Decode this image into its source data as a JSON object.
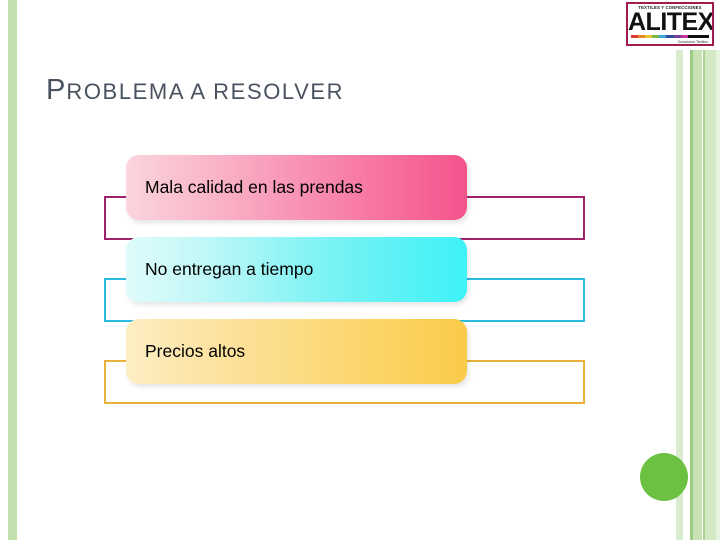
{
  "slide": {
    "title_initial": "P",
    "title_rest": "ROBLEMA A RESOLVER",
    "background_color": "#ffffff"
  },
  "logo": {
    "top_text": "TEXTILES Y CONFECCIONES",
    "wordmark": "ALITEX",
    "footer_text": "Soluciones Textiles",
    "border_color": "#a11a50",
    "bar_colors": [
      "#e03a3a",
      "#e8892a",
      "#e8c72a",
      "#7ab648",
      "#3aa3d8",
      "#2f4f9e",
      "#7a3f9e",
      "#c2359a",
      "#111111",
      "#111111"
    ]
  },
  "items": [
    {
      "label": "Mala calidad en las prendas",
      "outline_color": "#a0206a",
      "gradient_start": "#fbd4dd",
      "gradient_end": "#f4538c"
    },
    {
      "label": "No entregan a tiempo",
      "outline_color": "#2bbbe0",
      "gradient_start": "#dffbfb",
      "gradient_end": "#3df2f6"
    },
    {
      "label": "Precios altos",
      "outline_color": "#e8b13b",
      "gradient_start": "#fdeec4",
      "gradient_end": "#f9cb49"
    }
  ],
  "decoration": {
    "circle_color": "#6cc142",
    "stripe_colors": [
      "#c2e0ad",
      "#d9ecd0",
      "#9ecb84",
      "#c7e3b4",
      "#a8d392",
      "#d2e9c3",
      "#e6f3de"
    ]
  }
}
